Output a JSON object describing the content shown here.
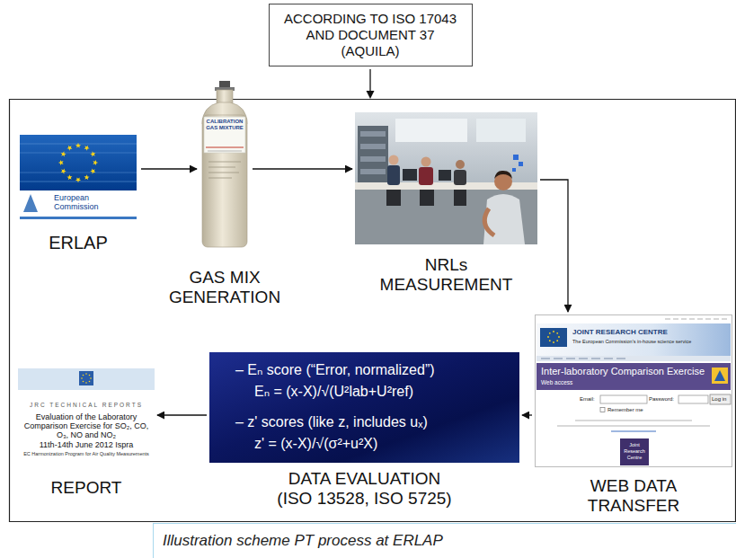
{
  "diagram": {
    "caption": "Illustration scheme PT process at ERLAP",
    "nodes": [
      {
        "text": [
          "ACCORDING TO ISO 17043 AND DOCUMENT 37 (AQUILA)"
        ]
      },
      {
        "text": [
          "European Commission",
          "ERLAP"
        ]
      },
      {
        "text": [
          "CALIBRATION GAS MIXTURE",
          "GAS MIX GENERATION"
        ]
      },
      {
        "text": [
          "NRLs MEASUREMENT"
        ]
      },
      {
        "text": [
          "JOINT RESEARCH CENTRE",
          "The European Commission's in-house science service",
          "Inter-laboratory Comparison Exercise",
          "Web access",
          "Email:",
          "Password:",
          "Log in",
          "Remember me",
          "Joint Research Centre",
          "WEB DATA TRANSFER"
        ]
      },
      {
        "text": [
          "– Eₙ score (“Error, normalized”)",
          "Eₙ = (x-X)/√(U²lab+U²ref)",
          "– z' scores (like z, includes uₓ)",
          "z' = (x-X)/√(σ²+u²X)",
          "DATA EVALUATION (ISO 13528, ISO 5725)"
        ]
      },
      {
        "text": [
          "JRC TECHNICAL REPORTS",
          "Evaluation of the Laboratory Comparison Exercise for SO₂, CO, O₃, NO and NO₂",
          "11th-14th June 2012 Ispra",
          "EC Harmonization Program for Air Quality Measurements",
          "REPORT"
        ]
      }
    ],
    "edges": [
      {
        "from": 1,
        "to": 2,
        "arrow": "to"
      },
      {
        "from": 2,
        "to": 3,
        "arrow": "to"
      },
      {
        "from": 3,
        "to": 4,
        "arrow": "to"
      },
      {
        "from": 4,
        "to": 5,
        "arrow": "to"
      },
      {
        "from": 5,
        "to": 6,
        "arrow": "to"
      }
    ]
  }
}
